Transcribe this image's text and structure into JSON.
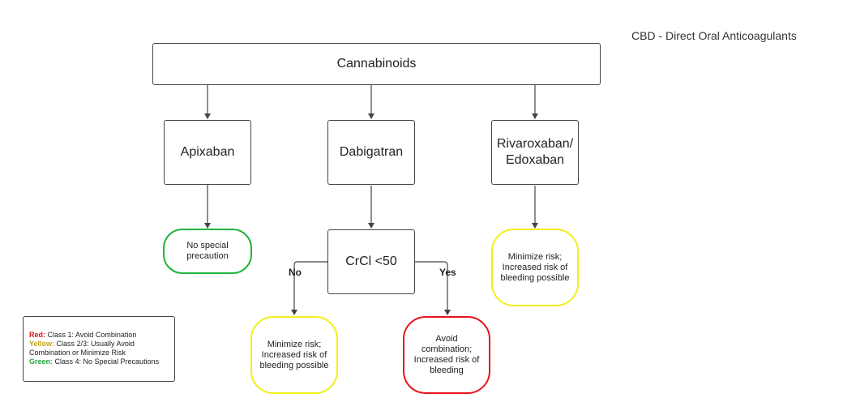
{
  "diagram": {
    "title": "CBD - Direct Oral Anticoagulants",
    "root": "Cannabinoids",
    "drugs": {
      "apixaban": "Apixaban",
      "dabigatran": "Dabigatran",
      "rivaroxaban_line1": "Rivaroxaban/",
      "rivaroxaban_line2": "Edoxaban"
    },
    "decision": {
      "label": "CrCl <50",
      "no_label": "No",
      "yes_label": "Yes"
    },
    "outcomes": {
      "apixaban": {
        "line1": "No special",
        "line2": "precaution",
        "level": "green"
      },
      "dabigatran_no": {
        "line1": "Minimize risk;",
        "line2": "Increased risk of",
        "line3": "bleeding possible",
        "level": "yellow"
      },
      "dabigatran_yes": {
        "line1": "Avoid combination;",
        "line2": "Increased risk of",
        "line3": "bleeding",
        "level": "red"
      },
      "rivaroxaban": {
        "line1": "Minimize risk;",
        "line2": "Increased risk of",
        "line3": "bleeding possible",
        "level": "yellow"
      }
    },
    "legend": {
      "red_key": "Red:",
      "red_text": " Class 1: Avoid Combination",
      "yellow_key": "Yellow:",
      "yellow_text": " Class 2/3: Usually Avoid Combination or Minimize Risk",
      "green_key": "Green:",
      "green_text": " Class 4: No Special Precautions"
    },
    "colors": {
      "green": "#22b53a",
      "yellow": "#f2ee1a",
      "red": "#e8141c",
      "line": "#444444"
    }
  }
}
